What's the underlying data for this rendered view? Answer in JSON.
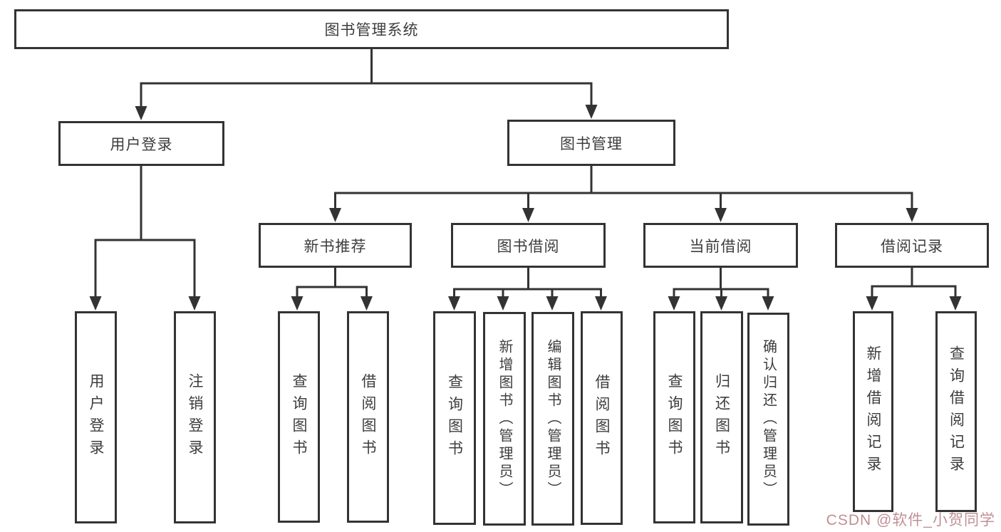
{
  "tree": {
    "root": "图书管理系统",
    "level1": [
      {
        "label": "用户登录",
        "leaves": [
          "用户登录",
          "注销登录"
        ]
      },
      {
        "label": "图书管理"
      }
    ],
    "level2": [
      {
        "label": "新书推荐",
        "leaves": [
          "查询图书",
          "借阅图书"
        ]
      },
      {
        "label": "图书借阅",
        "leaves": [
          "查询图书",
          "新增图书（管理员）",
          "编辑图书（管理员）",
          "借阅图书"
        ]
      },
      {
        "label": "当前借阅",
        "leaves": [
          "查询图书",
          "归还图书",
          "确认归还（管理员）"
        ]
      },
      {
        "label": "借阅记录",
        "leaves": [
          "新增借阅记录",
          "查询借阅记录"
        ]
      }
    ]
  },
  "watermark": {
    "text": "CSDN @软件_小贺同学"
  },
  "colors": {
    "line": "#333333",
    "box_border": "#333333",
    "text": "#3d3d3d",
    "watermark": "#bd8b8f",
    "background": "#ffffff"
  }
}
